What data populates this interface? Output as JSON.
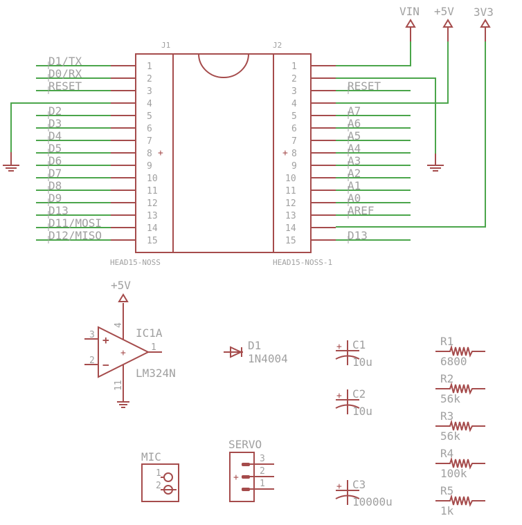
{
  "colors": {
    "wire": "#4aa54a",
    "part": "#a54b4b",
    "text": "#a0a0a0",
    "background": "#ffffff"
  },
  "power_symbols": {
    "vin": "VIN",
    "v5": "+5V",
    "v3v3": "3V3",
    "opamp_supply": "+5V"
  },
  "j1": {
    "ref": "J1",
    "value": "HEAD15-NOSS",
    "pins": [
      "1",
      "2",
      "3",
      "4",
      "5",
      "6",
      "7",
      "8",
      "9",
      "10",
      "11",
      "12",
      "13",
      "14",
      "15"
    ],
    "nets": [
      "D1/TX",
      "D0/RX",
      "RESET",
      "",
      "D2",
      "D3",
      "D4",
      "D5",
      "D6",
      "D7",
      "D8",
      "D9",
      "D13",
      "D11/MOSI",
      "D12/MISO"
    ]
  },
  "j2": {
    "ref": "J2",
    "value": "HEAD15-NOSS-1",
    "pins": [
      "1",
      "2",
      "3",
      "4",
      "5",
      "6",
      "7",
      "8",
      "9",
      "10",
      "11",
      "12",
      "13",
      "14",
      "15"
    ],
    "nets": [
      "",
      "",
      "RESET",
      "",
      "A7",
      "A6",
      "A5",
      "A4",
      "A3",
      "A2",
      "A1",
      "A0",
      "AREF",
      "",
      "D13"
    ]
  },
  "opamp": {
    "ref": "IC1A",
    "value": "LM324N",
    "pin_in_plus": "3",
    "pin_in_minus": "2",
    "pin_out": "1",
    "pin_vcc": "4",
    "pin_gnd": "11",
    "plus_sign": "+",
    "minus_sign": "−"
  },
  "diode": {
    "ref": "D1",
    "value": "1N4004"
  },
  "capacitors": [
    {
      "ref": "C1",
      "value": "10u"
    },
    {
      "ref": "C2",
      "value": "10u"
    },
    {
      "ref": "C3",
      "value": "10000u"
    }
  ],
  "resistors": [
    {
      "ref": "R1",
      "value": "6800"
    },
    {
      "ref": "R2",
      "value": "56k"
    },
    {
      "ref": "R3",
      "value": "56k"
    },
    {
      "ref": "R4",
      "value": "100k"
    },
    {
      "ref": "R5",
      "value": "1k"
    }
  ],
  "mic": {
    "ref": "MIC",
    "pins": [
      "1",
      "2"
    ]
  },
  "servo": {
    "ref": "SERVO",
    "pins": [
      "3",
      "2",
      "1"
    ]
  }
}
